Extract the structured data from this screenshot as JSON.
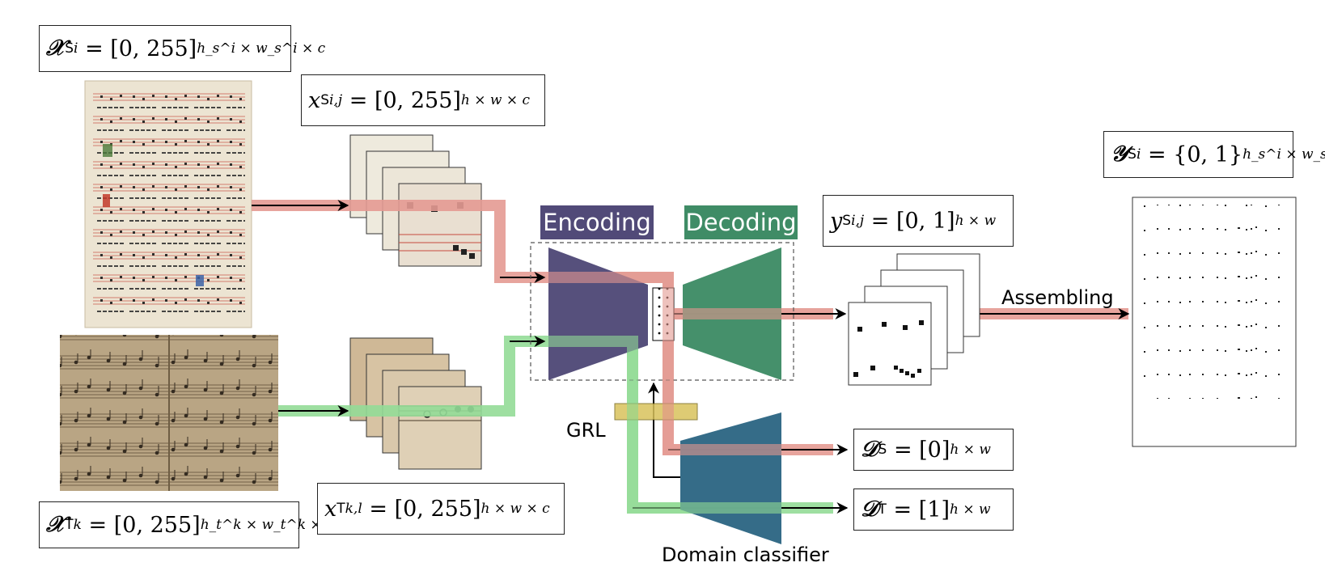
{
  "labels": {
    "encoding": "Encoding",
    "decoding": "Decoding",
    "assembling": "Assembling",
    "grl": "GRL",
    "domain_classifier": "Domain classifier"
  },
  "formulas": {
    "source_image": {
      "symbol": "𝒳",
      "sup": "i",
      "sub": "S",
      "rhs": "= [0, 255]",
      "exp": "h_s^i × w_s^i × c"
    },
    "source_patch": {
      "symbol": "x",
      "sup": "i,j",
      "sub": "S",
      "rhs": "= [0, 255]",
      "exp": "h × w × c"
    },
    "target_image": {
      "symbol": "𝒳",
      "sup": "k",
      "sub": "T",
      "rhs": "= [0, 255]",
      "exp": "h_t^k × w_t^k × c"
    },
    "target_patch": {
      "symbol": "x",
      "sup": "k,l",
      "sub": "T",
      "rhs": "= [0, 255]",
      "exp": "h × w × c"
    },
    "pred_patch": {
      "symbol": "y",
      "sup": "i,j",
      "sub": "S",
      "rhs": "= [0, 1]",
      "exp": "h × w"
    },
    "pred_image": {
      "symbol": "𝒴",
      "sup": "i",
      "sub": "S",
      "rhs": "= {0, 1}",
      "exp": "h_s^i × w_s^i"
    },
    "domain_s": {
      "symbol": "𝒟",
      "sub": "S",
      "rhs": "= [0]",
      "exp": "h × w"
    },
    "domain_t": {
      "symbol": "𝒟",
      "sub": "T",
      "rhs": "= [1]",
      "exp": "h × w"
    }
  },
  "colors": {
    "encoder": "#514a78",
    "decoder": "#3f8c66",
    "classifier": "#2e6784",
    "source_flow": "#e49a92",
    "target_flow": "#93dc97",
    "grl": "#d9c25c",
    "parchment": "#e8e0d0",
    "sheet_music": "#b9a584"
  }
}
